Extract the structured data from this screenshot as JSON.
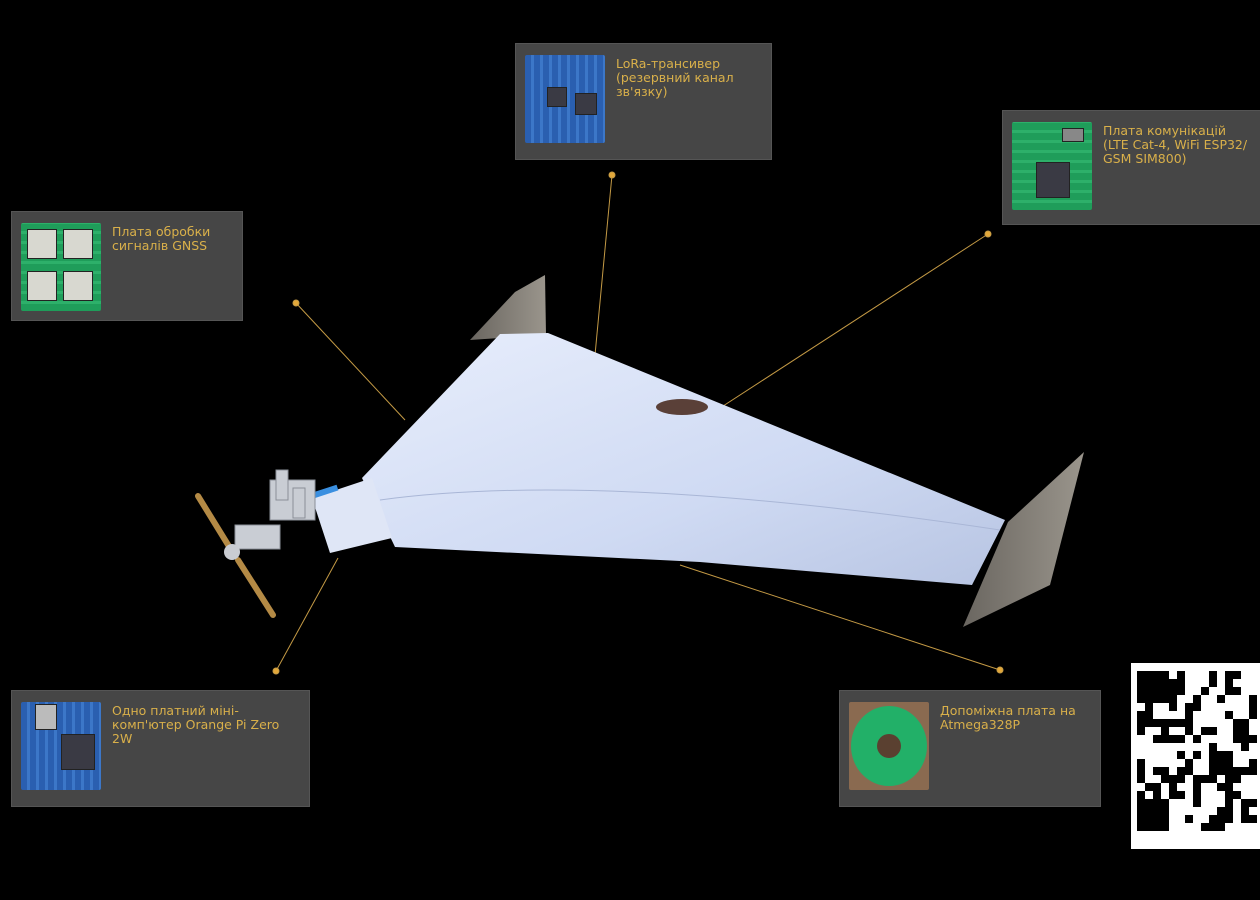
{
  "callouts": {
    "gnss": "Плата обробки сигналів GNSS",
    "lora": "LoRa-трансивер (резервний канал зв'язку)",
    "comm": "Плата комунікацій (LTE Cat-4, WiFi ESP32/ GSM SIM800)",
    "orangepi": "Одно платний міні-комп'ютер Orange Pi Zero 2W",
    "atmega": "Допоміжна плата на Atmega328P"
  },
  "colors": {
    "accent": "#d9b04a",
    "card": "#464646",
    "background": "#000000"
  }
}
